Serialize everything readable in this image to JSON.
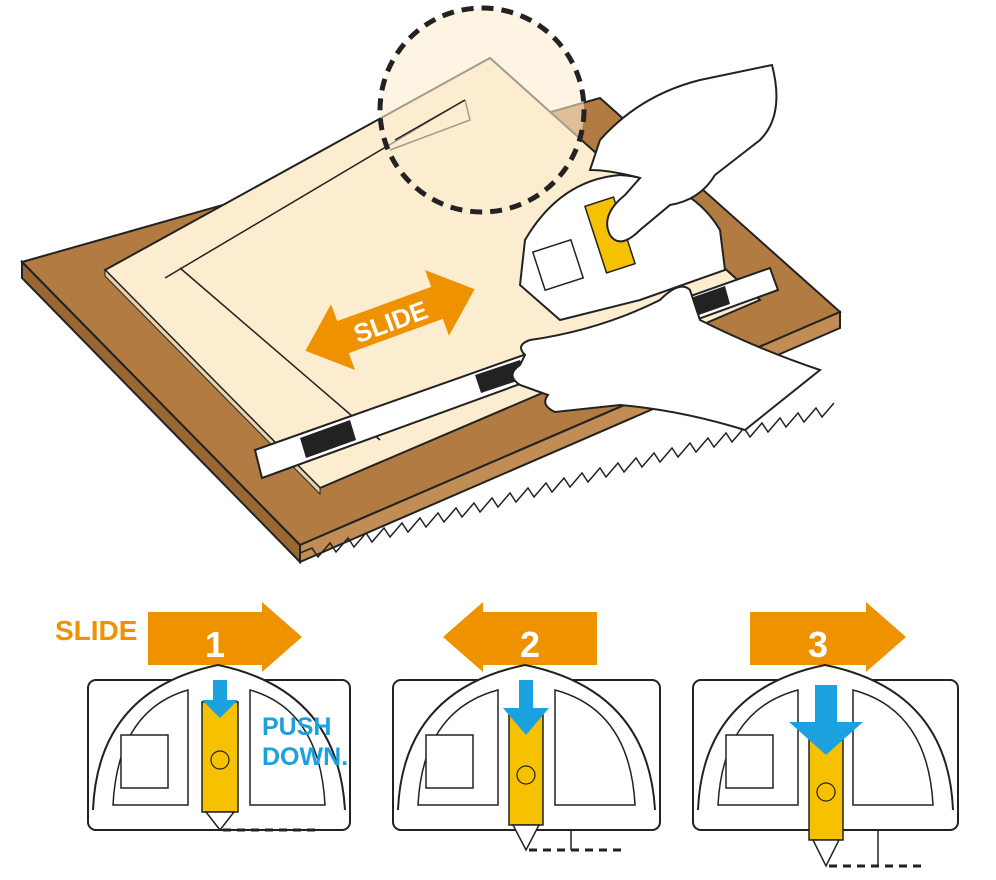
{
  "main_scene": {
    "slide_label": "SLIDE"
  },
  "steps": [
    {
      "number": "1",
      "direction": "right",
      "prefix_label": "SLIDE",
      "push_label_line1": "PUSH",
      "push_label_line2": "DOWN."
    },
    {
      "number": "2",
      "direction": "left"
    },
    {
      "number": "3",
      "direction": "right"
    }
  ],
  "colors": {
    "orange": "#ef9200",
    "blue": "#1ba1dd",
    "yellow": "#f6c100",
    "cardboard": "#b27b42",
    "mat": "#fcecd0"
  }
}
